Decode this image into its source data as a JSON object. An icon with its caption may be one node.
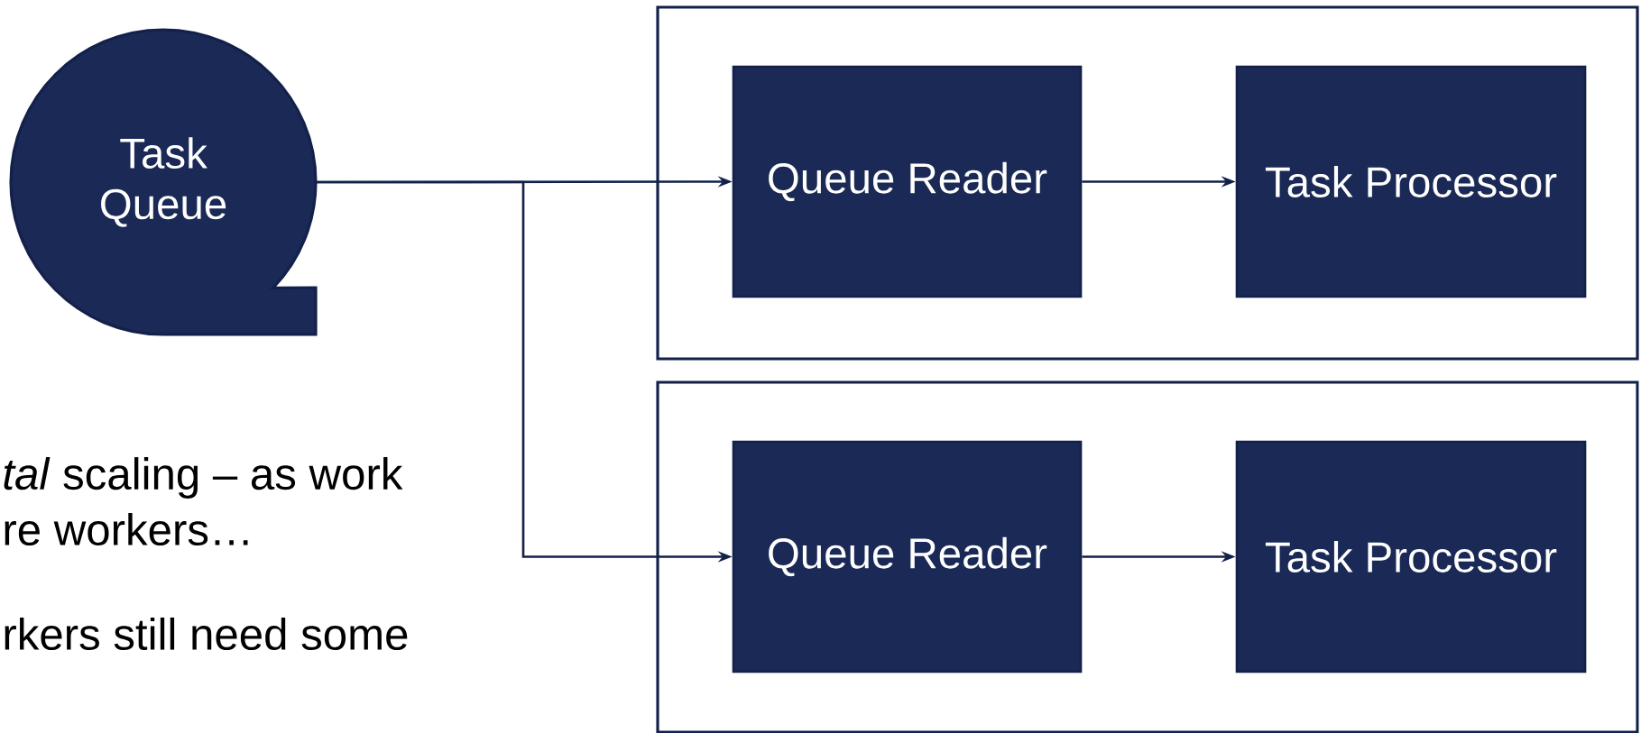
{
  "diagram": {
    "nodes": [
      {
        "text": [
          "Task Queue"
        ]
      },
      {
        "text": [],
        "shape": "box"
      },
      {
        "text": [
          "Queue Reader"
        ],
        "in": 1
      },
      {
        "text": [
          "Task Processor"
        ],
        "in": 1
      },
      {
        "text": [],
        "shape": "box"
      },
      {
        "text": [
          "Queue Reader"
        ],
        "in": 4
      },
      {
        "text": [
          "Task Processor"
        ],
        "in": 4
      }
    ],
    "edges": [
      {
        "from": 0,
        "to": 2,
        "arrow": "to"
      },
      {
        "from": 0,
        "to": 5,
        "arrow": "to"
      },
      {
        "from": 2,
        "to": 3,
        "arrow": "to"
      },
      {
        "from": 5,
        "to": 6,
        "arrow": "to"
      }
    ],
    "labels": [
      "*tal* scaling – as work",
      "re workers…",
      "rkers still need some"
    ]
  }
}
